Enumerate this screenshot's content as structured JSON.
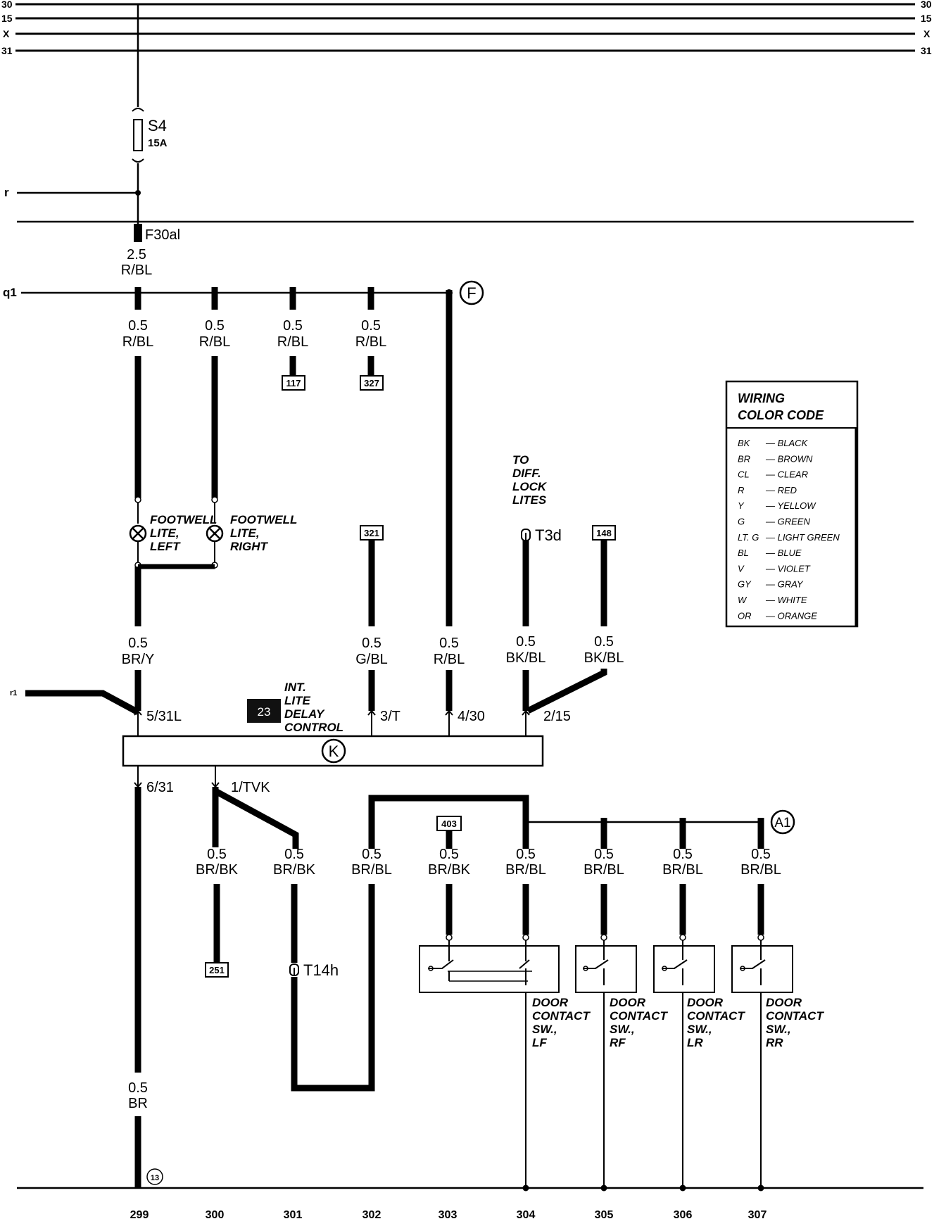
{
  "bus_lines": [
    "30",
    "15",
    "X",
    "31"
  ],
  "fuse": {
    "name": "S4",
    "rating": "15A"
  },
  "left_refs": {
    "r": "r",
    "q1": "q1",
    "r1": "r1"
  },
  "connector_f30al": "F30al",
  "supply_wire": {
    "size": "2.5",
    "color": "R/BL"
  },
  "markers": {
    "F": "F",
    "A1": "A1",
    "K": "K",
    "ground_13": "13"
  },
  "wires": {
    "q1_a": {
      "size": "0.5",
      "color": "R/BL"
    },
    "q1_b": {
      "size": "0.5",
      "color": "R/BL"
    },
    "q1_c": {
      "size": "0.5",
      "color": "R/BL"
    },
    "q1_d": {
      "size": "0.5",
      "color": "R/BL"
    },
    "br_y": {
      "size": "0.5",
      "color": "BR/Y"
    },
    "g_bl": {
      "size": "0.5",
      "color": "G/BL"
    },
    "r_bl": {
      "size": "0.5",
      "color": "R/BL"
    },
    "bk_bl_1": {
      "size": "0.5",
      "color": "BK/BL"
    },
    "bk_bl_2": {
      "size": "0.5",
      "color": "BK/BL"
    },
    "w300": {
      "size": "0.5",
      "color": "BR/BK"
    },
    "w301": {
      "size": "0.5",
      "color": "BR/BK"
    },
    "w302": {
      "size": "0.5",
      "color": "BR/BL"
    },
    "w303": {
      "size": "0.5",
      "color": "BR/BK"
    },
    "w304": {
      "size": "0.5",
      "color": "BR/BL"
    },
    "w305": {
      "size": "0.5",
      "color": "BR/BL"
    },
    "w306": {
      "size": "0.5",
      "color": "BR/BL"
    },
    "w307": {
      "size": "0.5",
      "color": "BR/BL"
    },
    "br": {
      "size": "0.5",
      "color": "BR"
    }
  },
  "ref_boxes": {
    "r117": "117",
    "r327": "327",
    "r321": "321",
    "r148": "148",
    "r403": "403",
    "r251": "251"
  },
  "lamps": {
    "left": [
      "FOOTWELL",
      "LITE,",
      "LEFT"
    ],
    "right": [
      "FOOTWELL",
      "LITE,",
      "RIGHT"
    ]
  },
  "diff_lock": [
    "TO",
    "DIFF.",
    "LOCK",
    "LITES"
  ],
  "connectors": {
    "t3d": "T3d",
    "t14h": "T14h"
  },
  "control_unit": {
    "number": "23",
    "label": [
      "INT.",
      "LITE",
      "DELAY",
      "CONTROL"
    ]
  },
  "pins": {
    "p5": "5/31L",
    "p3": "3/T",
    "p4": "4/30",
    "p2": "2/15",
    "p6": "6/31",
    "p1": "1/TVK"
  },
  "door_switches": [
    [
      "DOOR",
      "CONTACT",
      "SW.,",
      "LF"
    ],
    [
      "DOOR",
      "CONTACT",
      "SW.,",
      "RF"
    ],
    [
      "DOOR",
      "CONTACT",
      "SW.,",
      "LR"
    ],
    [
      "DOOR",
      "CONTACT",
      "SW.,",
      "RR"
    ]
  ],
  "legend": {
    "title": [
      "WIRING",
      "COLOR CODE"
    ],
    "rows": [
      {
        "code": "BK",
        "name": "— BLACK"
      },
      {
        "code": "BR",
        "name": "— BROWN"
      },
      {
        "code": "CL",
        "name": "— CLEAR"
      },
      {
        "code": "R",
        "name": "— RED"
      },
      {
        "code": "Y",
        "name": "— YELLOW"
      },
      {
        "code": "G",
        "name": "— GREEN"
      },
      {
        "code": "LT. G",
        "name": "— LIGHT GREEN"
      },
      {
        "code": "BL",
        "name": "— BLUE"
      },
      {
        "code": "V",
        "name": "— VIOLET"
      },
      {
        "code": "GY",
        "name": "— GRAY"
      },
      {
        "code": "W",
        "name": "— WHITE"
      },
      {
        "code": "OR",
        "name": "— ORANGE"
      }
    ]
  },
  "current_tracks": [
    "299",
    "300",
    "301",
    "302",
    "303",
    "304",
    "305",
    "306",
    "307"
  ]
}
